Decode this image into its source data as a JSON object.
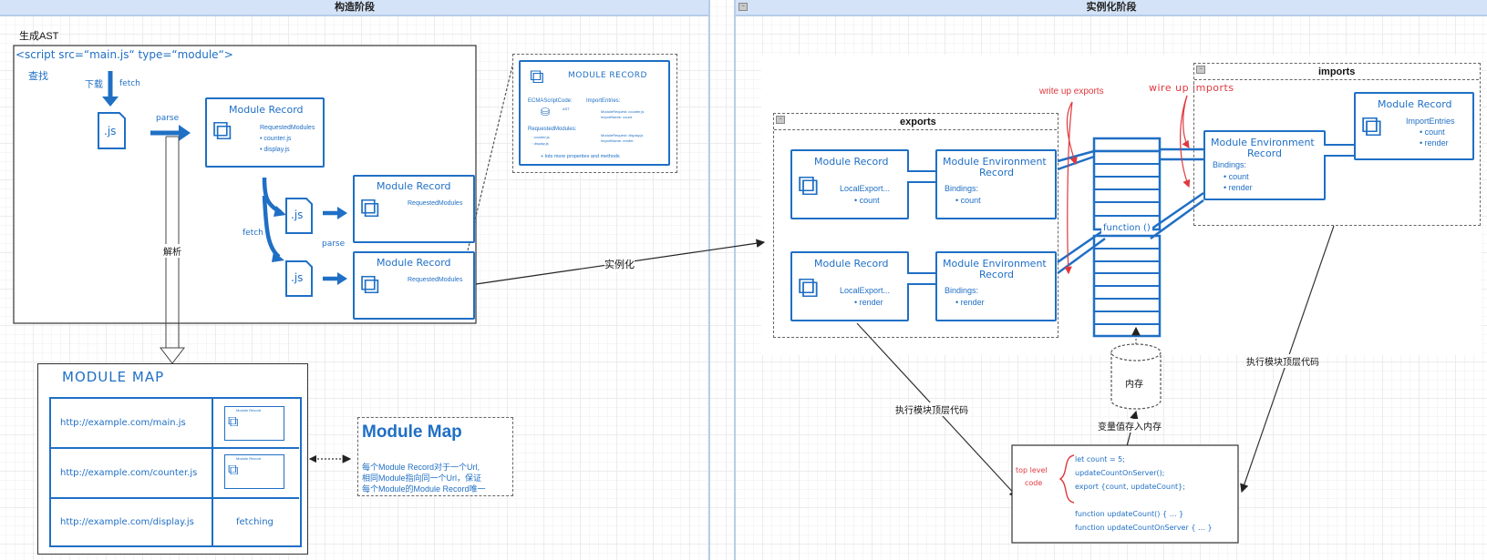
{
  "pools": {
    "left": {
      "title": "构造阶段"
    },
    "right": {
      "title": "实例化阶段"
    }
  },
  "construction": {
    "ast_label": "生成AST",
    "script_tag": "<script src=“main.js“ type=“module“>",
    "find_label": "查找",
    "download_label": "下载",
    "fetch_label": "fetch",
    "file_label": ".js",
    "parse_label": "parse",
    "main_record": {
      "title": "Module Record",
      "field": "RequestedModules",
      "items": [
        "counter.js",
        "display.js"
      ]
    },
    "child_records": [
      {
        "title": "Module Record",
        "field": "RequestedModules"
      },
      {
        "title": "Module Record",
        "field": "RequestedModules"
      }
    ],
    "child_fetch_label": "fetch",
    "child_parse_label": "parse",
    "parse_arrow_label": "解析",
    "detail_panel": {
      "title": "MODULE RECORD",
      "ecma_label": "ECMAScriptCode:",
      "ast_tag": "AST",
      "requested_label": "RequestedModules:",
      "requested_items": [
        "counter.js",
        "display.js"
      ],
      "import_label": "ImportEntries:",
      "import_entries": [
        [
          "ModuleRequest: counter.js",
          "ImportName: count"
        ],
        [
          "ModuleRequest: display.js",
          "ImportName: render"
        ]
      ],
      "footer": "+ lots more properties and methods"
    }
  },
  "module_map": {
    "title": "MODULE MAP",
    "rows": [
      {
        "url": "http://example.com/main.js",
        "value": "Module Record",
        "kind": "record"
      },
      {
        "url": "http://example.com/counter.js",
        "value": "Module Record",
        "kind": "record"
      },
      {
        "url": "http://example.com/display.js",
        "value": "fetching",
        "kind": "text"
      }
    ],
    "note": {
      "title": "Module Map",
      "lines": [
        "每个Module Record对于一个Url,",
        "相同Module指向同一个Url，保证",
        "每个Module的Module Record唯一"
      ]
    }
  },
  "instantiate_edge_label": "实例化",
  "instantiation": {
    "exports": {
      "title": "exports",
      "pairs": [
        {
          "record": {
            "title": "Module Record",
            "field": "LocalExport...",
            "item": "count"
          },
          "env": {
            "title1": "Module Environment",
            "title2": "Record",
            "field": "Bindings:",
            "item": "count"
          }
        },
        {
          "record": {
            "title": "Module Record",
            "field": "LocalExport...",
            "item": "render"
          },
          "env": {
            "title1": "Module Environment",
            "title2": "Record",
            "field": "Bindings:",
            "item": "render"
          }
        }
      ]
    },
    "write_up_label": "write up exports",
    "wire_up_label": "wire up imports",
    "memory_function_label": "function ()",
    "imports": {
      "title": "imports",
      "env": {
        "title1": "Module Environment",
        "title2": "Record",
        "field": "Bindings:",
        "items": [
          "count",
          "render"
        ]
      },
      "record": {
        "title": "Module Record",
        "field": "ImportEntries",
        "items": [
          "count",
          "render"
        ]
      }
    },
    "memory_label": "内存",
    "store_label": "变量值存入内存",
    "exec_label_left": "执行模块顶层代码",
    "exec_label_right": "执行模块顶层代码",
    "code_box": {
      "annotation": [
        "top level",
        "code"
      ],
      "lines": [
        "let count = 5;",
        "updateCountOnServer();",
        "export {count, updateCount};",
        "",
        "function updateCount() { … }",
        "function updateCountOnServer { … }"
      ]
    }
  },
  "colors": {
    "sketch_blue": "#1f6fc5",
    "annotation_red": "#e0383e",
    "pool_header": "#d4e3f7"
  }
}
